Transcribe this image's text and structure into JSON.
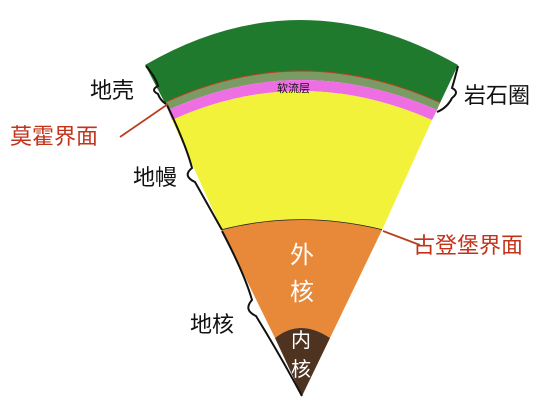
{
  "labels": {
    "crust": "地壳",
    "moho": "莫霍界面",
    "mantle": "地幔",
    "core": "地核",
    "lithosphere": "岩石圈",
    "gutenberg": "古登堡界面",
    "asthenosphere": "软流层",
    "outer_core_1": "外",
    "outer_core_2": "核",
    "inner_core_1": "内",
    "inner_core_2": "核"
  },
  "colors": {
    "crust": "#1f7a2e",
    "upper_mantle_band": "#7c9a63",
    "asthenosphere": "#ee6ee4",
    "mantle": "#f2f23a",
    "outer_core": "#e8893a",
    "inner_core": "#4e3320",
    "boundary_line": "#b8401f",
    "accent_label": "#c2331a",
    "text": "#111111"
  }
}
